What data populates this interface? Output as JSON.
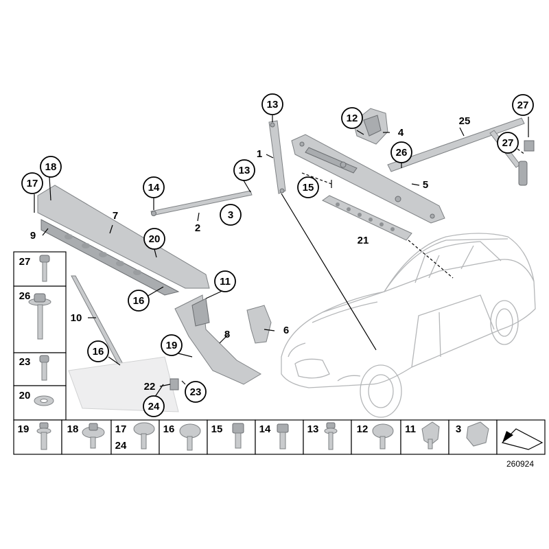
{
  "callouts": {
    "c1": "1",
    "c2": "2",
    "c3": "3",
    "c4": "4",
    "c5": "5",
    "c6": "6",
    "c7": "7",
    "c8": "8",
    "c9": "9",
    "c10": "10",
    "c11": "11",
    "c12": "12",
    "c13a": "13",
    "c13b": "13",
    "c14": "14",
    "c15": "15",
    "c16a": "16",
    "c16b": "16",
    "c17": "17",
    "c18": "18",
    "c19": "19",
    "c20": "20",
    "c21": "21",
    "c22": "22",
    "c23": "23",
    "c24": "24",
    "c25": "25",
    "c26": "26",
    "c27a": "27",
    "c27b": "27"
  },
  "side_table": [
    "27",
    "26",
    "23",
    "20"
  ],
  "bottom_row": {
    "b19": "19",
    "b18": "18",
    "b17": "17",
    "b24": "24",
    "b16": "16",
    "b15": "15",
    "b14": "14",
    "b13": "13",
    "b12": "12",
    "b11": "11",
    "b3": "3"
  },
  "diagram_number": "260924"
}
